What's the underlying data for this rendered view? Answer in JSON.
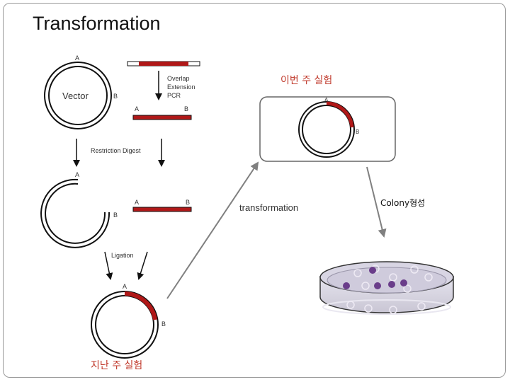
{
  "slide": {
    "title": "Transformation",
    "this_week_label": "이번 주 실험",
    "last_week_label": "지난 주 실험",
    "transformation_label": "transformation",
    "colony_label": "Colony형성"
  },
  "diagram": {
    "vector_label": "Vector",
    "site_a": "A",
    "site_b": "B",
    "step_overlap": [
      "Overlap",
      "Extension",
      "PCR"
    ],
    "step_restriction": "Restriction Digest",
    "step_ligation": "Ligation"
  },
  "colors": {
    "insert_red": "#b01818",
    "label_red": "#c0392b",
    "arrow_gray": "#808080",
    "colony_purple": "#6a3d8a"
  }
}
